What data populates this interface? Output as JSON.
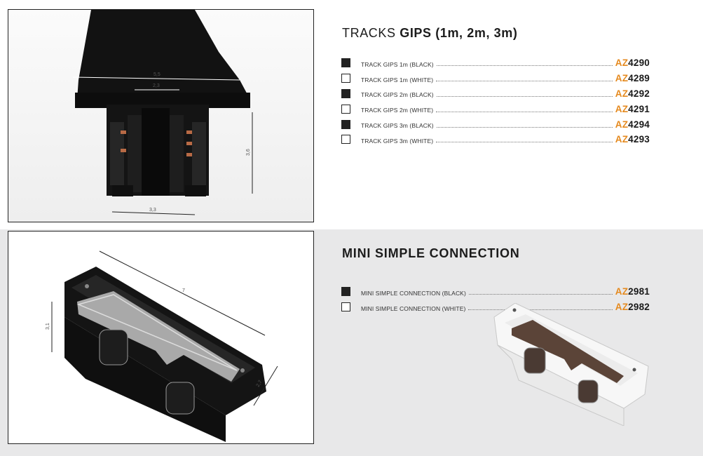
{
  "section1": {
    "title_plain": "TRACKS ",
    "title_bold": "GIPS (1m, 2m, 3m)",
    "items": [
      {
        "swatch": "black",
        "label": "TRACK GIPS 1m (BLACK)",
        "code_prefix": "AZ",
        "code_number": "4290"
      },
      {
        "swatch": "white",
        "label": "TRACK GIPS 1m (WHITE)",
        "code_prefix": "AZ",
        "code_number": "4289"
      },
      {
        "swatch": "black",
        "label": "TRACK GIPS 2m (BLACK)",
        "code_prefix": "AZ",
        "code_number": "4292"
      },
      {
        "swatch": "white",
        "label": "TRACK GIPS 2m (WHITE)",
        "code_prefix": "AZ",
        "code_number": "4291"
      },
      {
        "swatch": "black",
        "label": "TRACK GIPS 3m (BLACK)",
        "code_prefix": "AZ",
        "code_number": "4294"
      },
      {
        "swatch": "white",
        "label": "TRACK GIPS 3m (WHITE)",
        "code_prefix": "AZ",
        "code_number": "4293"
      }
    ],
    "dimensions": {
      "top_width": "5,5",
      "inner_width": "2,3",
      "height": "3,6",
      "bottom_width": "3,3"
    }
  },
  "section2": {
    "title": "MINI SIMPLE CONNECTION",
    "items": [
      {
        "swatch": "black",
        "label": "MINI SIMPLE CONNECTION (BLACK)",
        "code_prefix": "AZ",
        "code_number": "2981"
      },
      {
        "swatch": "white",
        "label": "MINI SIMPLE CONNECTION (WHITE)",
        "code_prefix": "AZ",
        "code_number": "2982"
      }
    ],
    "dimensions": {
      "length": "7",
      "height": "3,1",
      "width": "2,7"
    }
  },
  "colors": {
    "accent": "#e58a1f",
    "band": "#e8e8e9",
    "product_black": "#151515",
    "copper": "#b86a45"
  }
}
